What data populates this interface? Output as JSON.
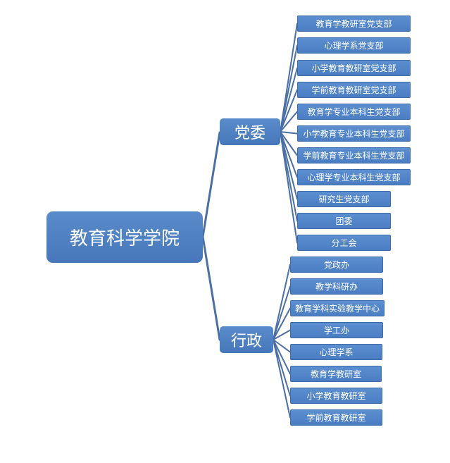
{
  "root": {
    "label": "教育科学学院"
  },
  "branches": [
    {
      "key": "party",
      "label": "党委",
      "children": [
        "教育学教研室党支部",
        "心理学系党支部",
        "小学教育教研室党支部",
        "学前教育教研室党支部",
        "教育学专业本科生党支部",
        "小学教育专业本科生党支部",
        "学前教育专业本科生党支部",
        "心理学专业本科生党支部",
        "研究生党支部",
        "团委",
        "分工会"
      ]
    },
    {
      "key": "admin",
      "label": "行政",
      "children": [
        "党政办",
        "教学科研办",
        "教育学科实验教学中心",
        "学工办",
        "心理学系",
        "教育学教研室",
        "小学教育教研室",
        "学前教育教研室"
      ]
    }
  ],
  "colors": {
    "node": "#4f82c4",
    "connector": "#4a6fa5",
    "text": "#ffffff"
  }
}
